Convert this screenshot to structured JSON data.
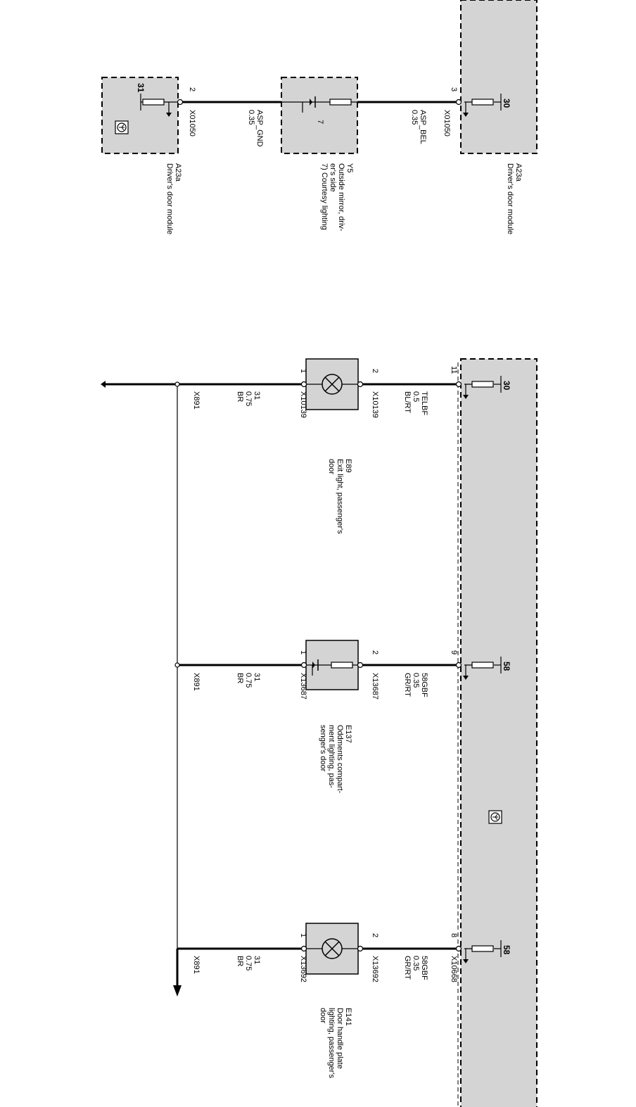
{
  "colors": {
    "background": "#ffffff",
    "module_fill": "#d4d4d4",
    "wire": "#000000"
  },
  "top": {
    "module_right": {
      "id": "A23a",
      "name": "Driver's door module",
      "terminal": "30",
      "pin": "3",
      "connector": "X01050"
    },
    "wire_right": {
      "signal": "ASP_BEL",
      "gauge": "0.35"
    },
    "y5": {
      "id": "Y5",
      "line1": "Outside mirror, driv-",
      "line2": "er's side",
      "line3": "7) Courtesy lighting",
      "number": "7"
    },
    "wire_left": {
      "signal": "ASP_GND",
      "gauge": "0.35"
    },
    "module_left": {
      "id": "A23a",
      "name": "Driver's door module",
      "terminal": "31",
      "pin": "2",
      "connector": "X01050",
      "icon": "module-symbol-icon"
    }
  },
  "bottom": {
    "module_icon": "module-symbol-icon",
    "circuits": [
      {
        "terminal": "30",
        "module_pin": "11",
        "upper_signal": "TELBF",
        "upper_gauge": "0.5",
        "upper_color": "BL/RT",
        "connector": "X10139",
        "comp_pin_upper": "2",
        "comp_pin_lower": "1",
        "component_id": "E89",
        "desc1": "Exit light, passenger's",
        "desc2": "door",
        "desc3": "",
        "lower_signal": "31",
        "lower_gauge": "0.75",
        "lower_color": "BR",
        "ground": "X891",
        "symbol": "lamp-icon"
      },
      {
        "terminal": "58",
        "module_pin": "9",
        "upper_signal": "58GBF",
        "upper_gauge": "0.35",
        "upper_color": "GR/RT",
        "connector": "X13687",
        "comp_pin_upper": "2",
        "comp_pin_lower": "1",
        "component_id": "E137",
        "desc1": "Oddments compart-",
        "desc2": "ment lighting, pas-",
        "desc3": "senger's door",
        "lower_signal": "31",
        "lower_gauge": "0.75",
        "lower_color": "BR",
        "ground": "X891",
        "symbol": "led-icon"
      },
      {
        "terminal": "58",
        "module_pin": "8",
        "module_connector": "X10668",
        "upper_signal": "58GBF",
        "upper_gauge": "0.35",
        "upper_color": "GR/RT",
        "connector": "X13692",
        "comp_pin_upper": "2",
        "comp_pin_lower": "1",
        "component_id": "E141",
        "desc1": "Door handle plate",
        "desc2": "lighting, passenger's",
        "desc3": "door",
        "lower_signal": "31",
        "lower_gauge": "0.75",
        "lower_color": "BR",
        "ground": "X891",
        "symbol": "lamp-icon"
      }
    ]
  }
}
